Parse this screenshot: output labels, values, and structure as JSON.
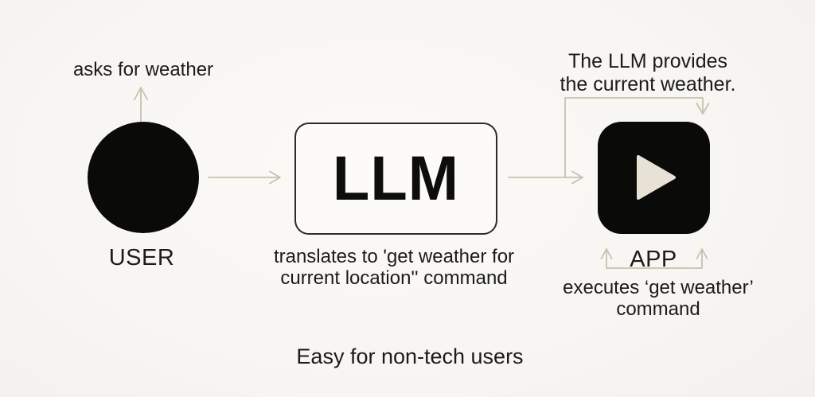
{
  "diagram": {
    "user": {
      "annotation": "asks for weather",
      "label": "USER"
    },
    "llm": {
      "box_text": "LLM",
      "annotation_line1": "translates to 'get weather for",
      "annotation_line2": "current location'' command"
    },
    "app": {
      "label": "APP",
      "top_annotation_line1": "The LLM provides",
      "top_annotation_line2": "the current weather.",
      "bottom_annotation_line1": "executes ‘get weather’",
      "bottom_annotation_line2": "command"
    },
    "caption": "Easy for non-tech users"
  },
  "colors": {
    "background": "#f7f5f1",
    "arrow": "#c9c0af",
    "text": "#1b1b1b",
    "node_black": "#0a0a08",
    "llm_box_fill": "#fcfbf8",
    "llm_box_border": "#2b2b2b",
    "play_triangle": "#e7e1d6"
  }
}
